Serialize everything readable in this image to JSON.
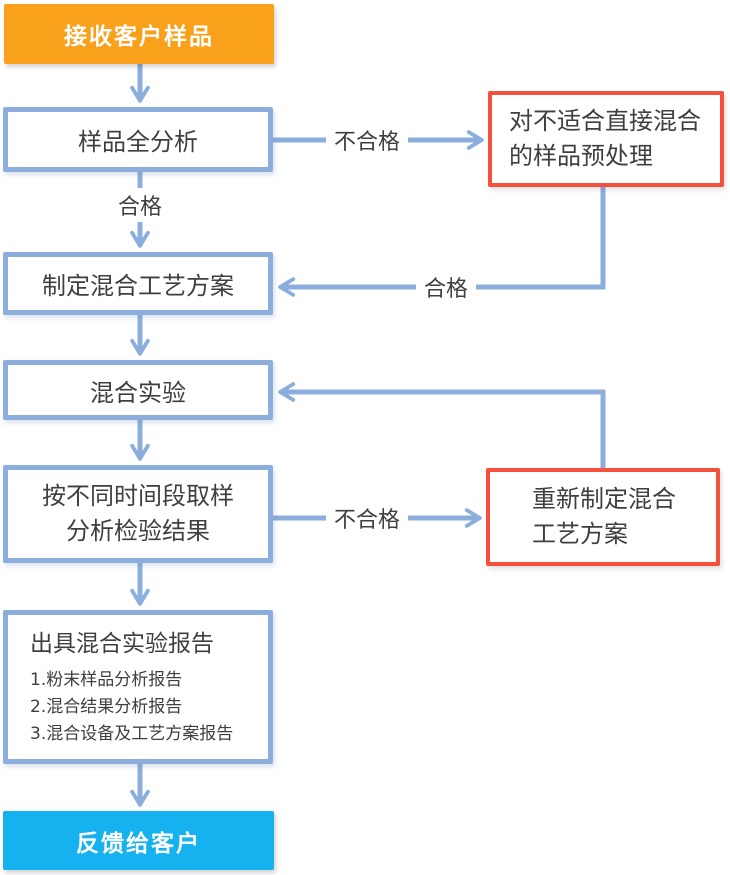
{
  "palette": {
    "connector_blue": "#8CAEDD",
    "box_border_blue": "#8CAEDD",
    "start_orange": "#F9A11B",
    "end_cyan": "#15B2EF",
    "alert_red": "#F4503C",
    "text_dark": "#3F3F3F"
  },
  "flowchart": {
    "nodes": {
      "receive": {
        "label": "接收客户样品"
      },
      "analysis": {
        "label": "样品全分析"
      },
      "pretreat": {
        "label": "对不适合直接混合\n的样品预处理"
      },
      "plan": {
        "label": "制定混合工艺方案"
      },
      "experiment": {
        "label": "混合实验"
      },
      "sampling": {
        "label": "按不同时间段取样\n分析检验结果"
      },
      "replan": {
        "label": "重新制定混合\n工艺方案"
      },
      "report": {
        "title": "出具混合实验报告",
        "items": [
          "1.粉末样品分析报告",
          "2.混合结果分析报告",
          "3.混合设备及工艺方案报告"
        ]
      },
      "feedback": {
        "label": "反馈给客户"
      }
    },
    "edge_labels": {
      "analysis_fail": "不合格",
      "analysis_pass": "合格",
      "pretreat_pass": "合格",
      "sampling_fail": "不合格"
    }
  }
}
